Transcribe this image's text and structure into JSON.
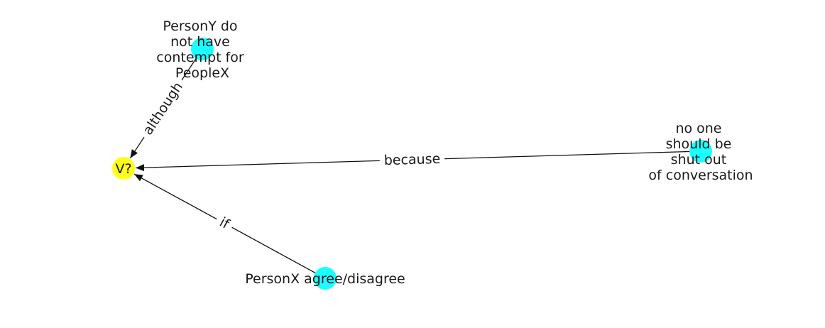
{
  "graph": {
    "nodes": [
      {
        "id": "v",
        "label_lines": [
          "V?"
        ],
        "color": "#ffff1a"
      },
      {
        "id": "persony",
        "label_lines": [
          "PersonY do",
          "not have",
          "contempt for",
          "PeopleX"
        ],
        "color": "#1affff"
      },
      {
        "id": "noone",
        "label_lines": [
          "no one",
          "should be",
          "shut out",
          "of conversation"
        ],
        "color": "#1affff"
      },
      {
        "id": "personx",
        "label_lines": [
          "PersonX agree/disagree"
        ],
        "color": "#1affff"
      }
    ],
    "edges": [
      {
        "source": "persony",
        "target": "v",
        "label": "although"
      },
      {
        "source": "noone",
        "target": "v",
        "label": "because"
      },
      {
        "source": "personx",
        "target": "v",
        "label": "if"
      }
    ]
  }
}
